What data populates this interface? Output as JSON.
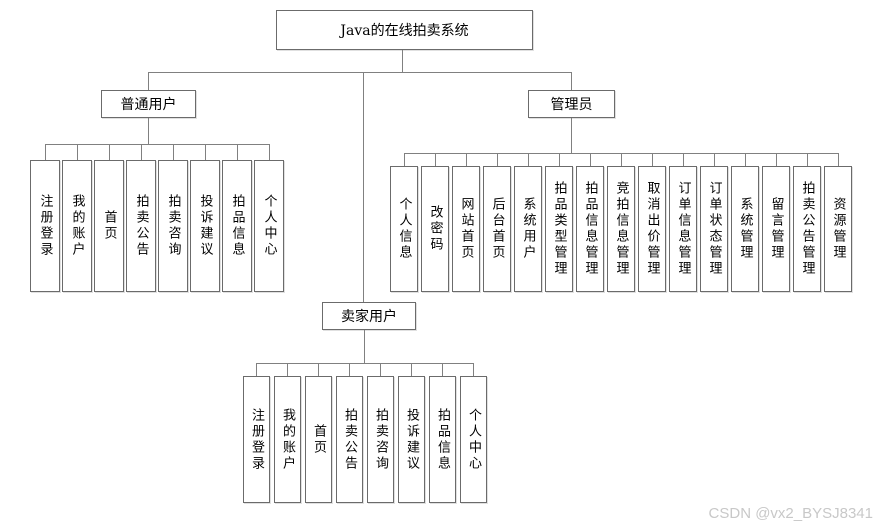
{
  "root": {
    "label": "Java的在线拍卖系统"
  },
  "branches": [
    {
      "id": "normal-user",
      "label": "普通用户",
      "children": [
        "注册登录",
        "我的账户",
        "首页",
        "拍卖公告",
        "拍卖咨询",
        "投诉建议",
        "拍品信息",
        "个人中心"
      ]
    },
    {
      "id": "admin",
      "label": "管理员",
      "children": [
        "个人信息",
        "改密码",
        "网站首页",
        "后台首页",
        "系统用户",
        "拍品类型管理",
        "拍品信息管理",
        "竞拍信息管理",
        "取消出价管理",
        "订单信息管理",
        "订单状态管理",
        "系统管理",
        "留言管理",
        "拍卖公告管理",
        "资源管理"
      ]
    },
    {
      "id": "seller-user",
      "label": "卖家用户",
      "children": [
        "注册登录",
        "我的账户",
        "首页",
        "拍卖公告",
        "拍卖咨询",
        "投诉建议",
        "拍品信息",
        "个人中心"
      ]
    }
  ],
  "watermark": "CSDN @vx2_BYSJ8341",
  "colors": {
    "line": "#808080",
    "box_border": "#6b6b6b",
    "text": "#000000",
    "background": "#ffffff",
    "watermark": "#c8c8c8"
  }
}
